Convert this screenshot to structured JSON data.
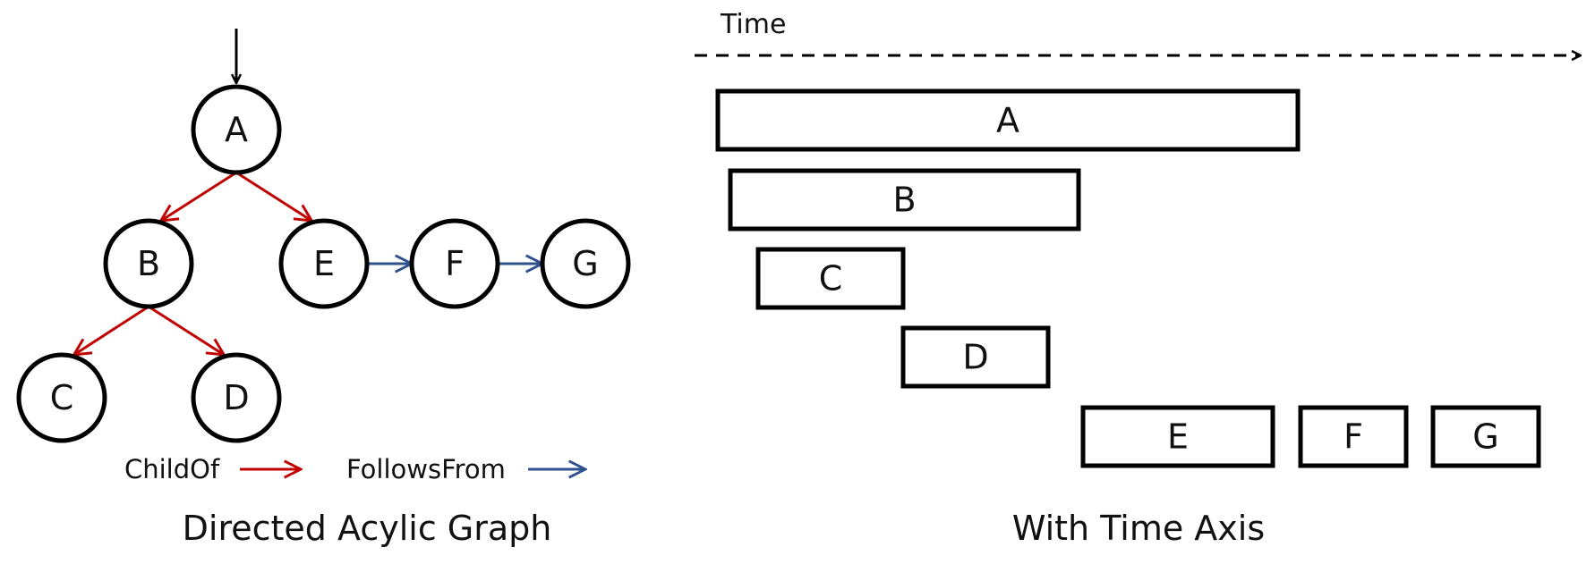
{
  "dag": {
    "nodes": [
      {
        "id": "A",
        "label": "A"
      },
      {
        "id": "B",
        "label": "B"
      },
      {
        "id": "E",
        "label": "E"
      },
      {
        "id": "F",
        "label": "F"
      },
      {
        "id": "G",
        "label": "G"
      },
      {
        "id": "C",
        "label": "C"
      },
      {
        "id": "D",
        "label": "D"
      }
    ],
    "edges": [
      {
        "from": "A",
        "to": "B",
        "type": "childof"
      },
      {
        "from": "A",
        "to": "E",
        "type": "childof"
      },
      {
        "from": "B",
        "to": "C",
        "type": "childof"
      },
      {
        "from": "B",
        "to": "D",
        "type": "childof"
      },
      {
        "from": "E",
        "to": "F",
        "type": "followsfrom"
      },
      {
        "from": "F",
        "to": "G",
        "type": "followsfrom"
      }
    ],
    "legend": {
      "childof_label": "ChildOf",
      "followsfrom_label": "FollowsFrom"
    },
    "caption": "Directed Acylic Graph"
  },
  "timeline": {
    "axis_label": "Time",
    "spans": [
      {
        "label": "A"
      },
      {
        "label": "B"
      },
      {
        "label": "C"
      },
      {
        "label": "D"
      },
      {
        "label": "E"
      },
      {
        "label": "F"
      },
      {
        "label": "G"
      }
    ],
    "caption": "With Time Axis"
  },
  "colors": {
    "childof": "#c00000",
    "followsfrom": "#2f528f",
    "stroke": "#000000"
  }
}
